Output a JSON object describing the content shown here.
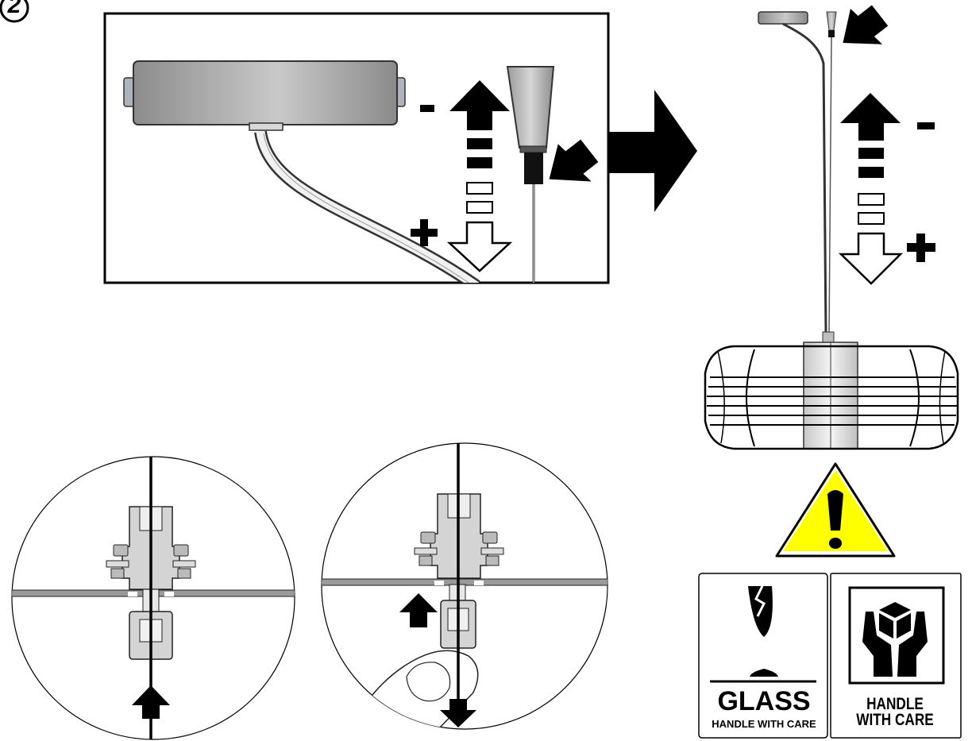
{
  "step": {
    "number": "2"
  },
  "detail_panel": {
    "minus_sign": "-",
    "plus_sign": "+"
  },
  "lamp": {
    "minus_sign": "-",
    "plus_sign": "+"
  },
  "warning": {
    "symbol": "!",
    "color": "#ffff00"
  },
  "labels": {
    "glass_word": "GLASS",
    "glass_care": "HANDLE WITH CARE",
    "handle_word": "HANDLE",
    "care_word": "WITH CARE"
  },
  "icons": [
    "broken-glass-icon",
    "hands-with-box-icon",
    "warning-triangle-icon",
    "arrow-up-icon",
    "arrow-down-icon"
  ]
}
